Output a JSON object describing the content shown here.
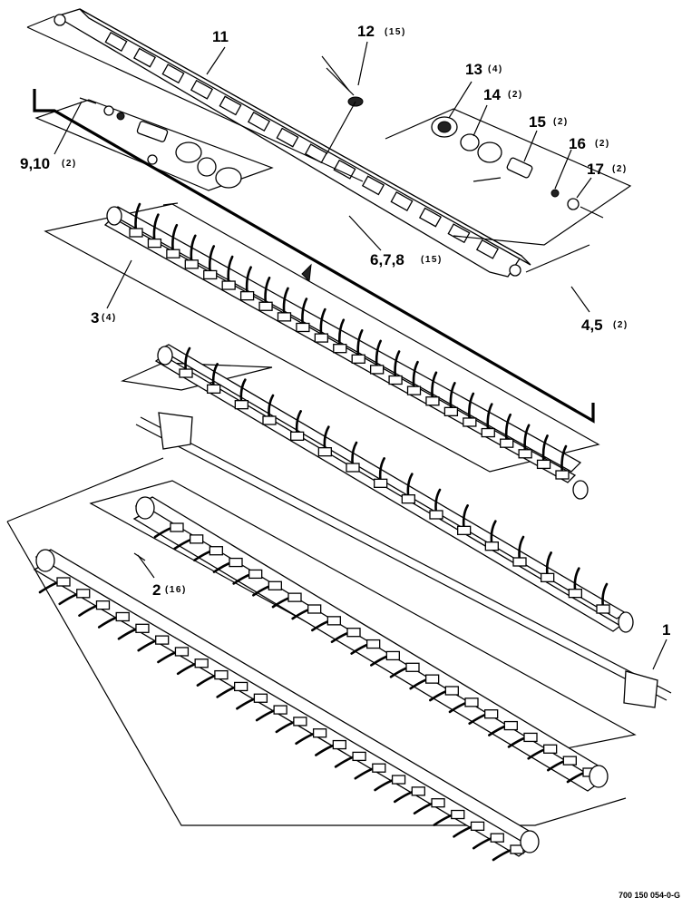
{
  "callouts": [
    {
      "id": "c11",
      "main": "11",
      "qty": ""
    },
    {
      "id": "c12",
      "main": "12",
      "qty": "(15)"
    },
    {
      "id": "c13",
      "main": "13",
      "qty": "(4)"
    },
    {
      "id": "c14",
      "main": "14",
      "qty": "(2)"
    },
    {
      "id": "c15",
      "main": "15",
      "qty": "(2)"
    },
    {
      "id": "c16",
      "main": "16",
      "qty": "(2)"
    },
    {
      "id": "c17",
      "main": "17",
      "qty": "(2)"
    },
    {
      "id": "c910",
      "main": "9,10",
      "qty": "(2)"
    },
    {
      "id": "c678",
      "main": "6,7,8",
      "qty": "(15)"
    },
    {
      "id": "c45",
      "main": "4,5",
      "qty": "(2)"
    },
    {
      "id": "c3",
      "main": "3",
      "qty": "(4)"
    },
    {
      "id": "c2",
      "main": "2",
      "qty": "(16)"
    },
    {
      "id": "c1",
      "main": "1",
      "qty": ""
    }
  ],
  "drawing_number": "700 150 054-0-G"
}
